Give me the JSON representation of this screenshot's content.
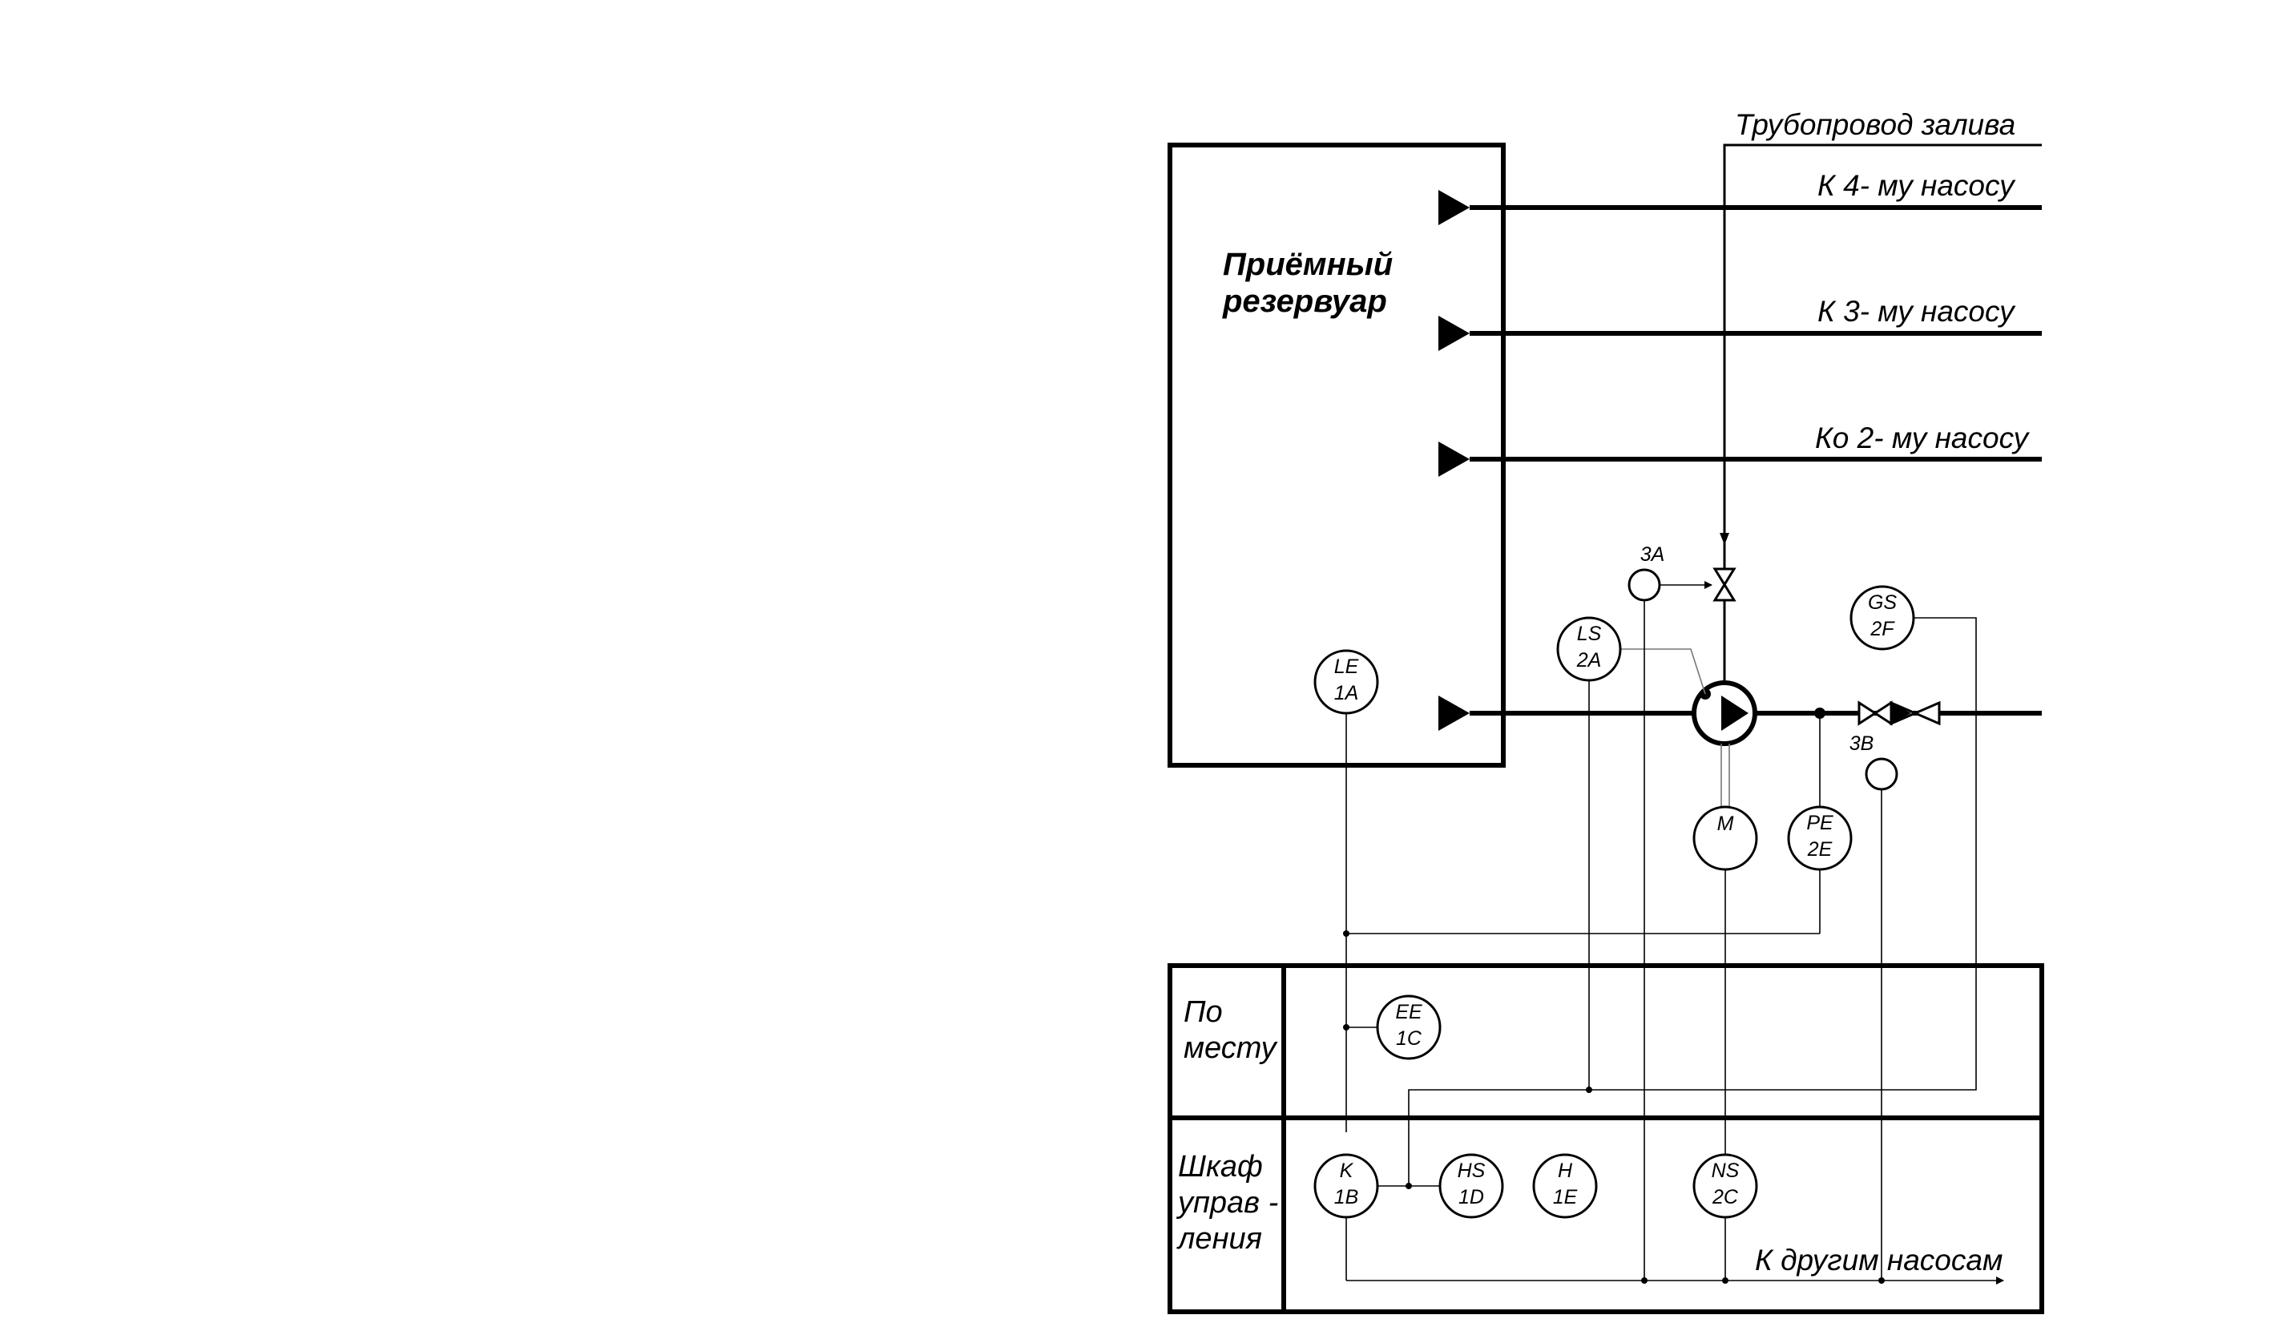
{
  "pipelines": {
    "fill": "Трубопровод залива",
    "pump4": "К  4- му насосу",
    "pump3": "К  3- му насосу",
    "pump2": "Ко  2- му насосу"
  },
  "tank": {
    "line1": "Приёмный",
    "line2": "резервуар"
  },
  "instruments": {
    "LE": {
      "tag": "LE",
      "id": "1A"
    },
    "LS": {
      "tag": "LS",
      "id": "2A"
    },
    "GS": {
      "tag": "GS",
      "id": "2F"
    },
    "PE": {
      "tag": "PE",
      "id": "2E"
    },
    "M": {
      "tag": "M"
    },
    "EE": {
      "tag": "EE",
      "id": "1C"
    },
    "K": {
      "tag": "K",
      "id": "1B"
    },
    "HS": {
      "tag": "HS",
      "id": "1D"
    },
    "H": {
      "tag": "H",
      "id": "1E"
    },
    "NS": {
      "tag": "NS",
      "id": "2C"
    },
    "A3": {
      "label": "3A"
    },
    "B3": {
      "label": "3B"
    }
  },
  "rows": {
    "local_line1": "По",
    "local_line2": "месту",
    "cabinet_line1": "Шкаф",
    "cabinet_line2": "управ -",
    "cabinet_line3": "ления"
  },
  "other_pumps": "К другим насосам"
}
